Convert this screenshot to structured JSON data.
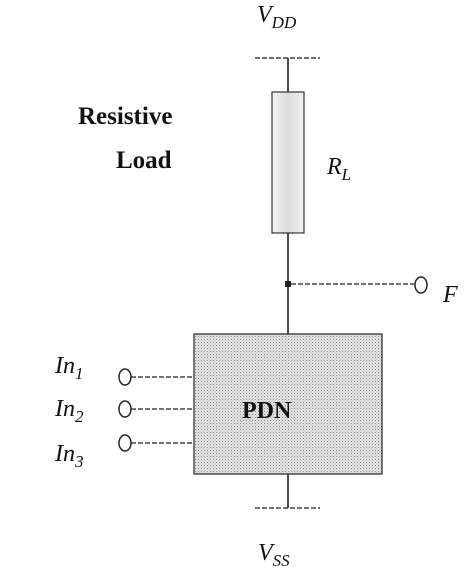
{
  "supply": {
    "vdd_main": "V",
    "vdd_sub": "DD",
    "vss_main": "V",
    "vss_sub": "SS"
  },
  "load": {
    "caption_line1": "Resistive",
    "caption_line2": "Load",
    "resistor_main": "R",
    "resistor_sub": "L"
  },
  "output": {
    "label": "F"
  },
  "pdn": {
    "label": "PDN"
  },
  "inputs": [
    {
      "main": "In",
      "sub": "1"
    },
    {
      "main": "In",
      "sub": "2"
    },
    {
      "main": "In",
      "sub": "3"
    }
  ]
}
